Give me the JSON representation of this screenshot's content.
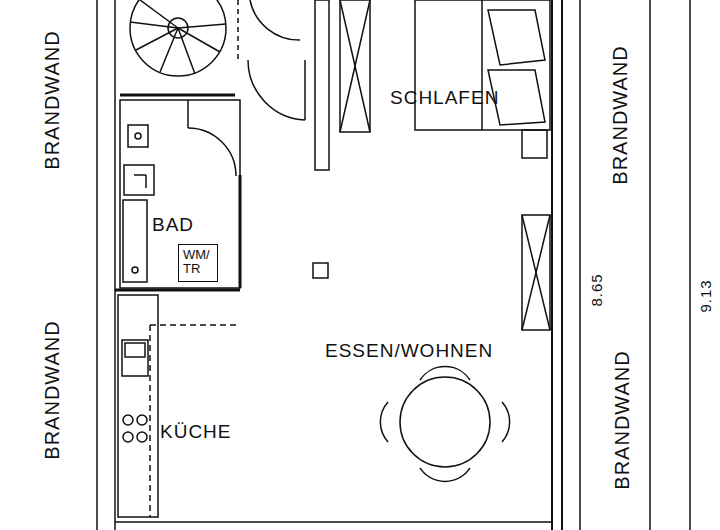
{
  "diagram": {
    "nodes": [
      {
        "text": [
          "WM/ TR"
        ]
      }
    ],
    "labels": [
      "BRANDWAND",
      "BRANDWAND",
      "SCHLAFEN",
      "BAD",
      "ESSEN/WOHNEN",
      "KÜCHE",
      "BRANDWAND",
      "BRANDWAND",
      "8.65",
      "9.13"
    ]
  }
}
